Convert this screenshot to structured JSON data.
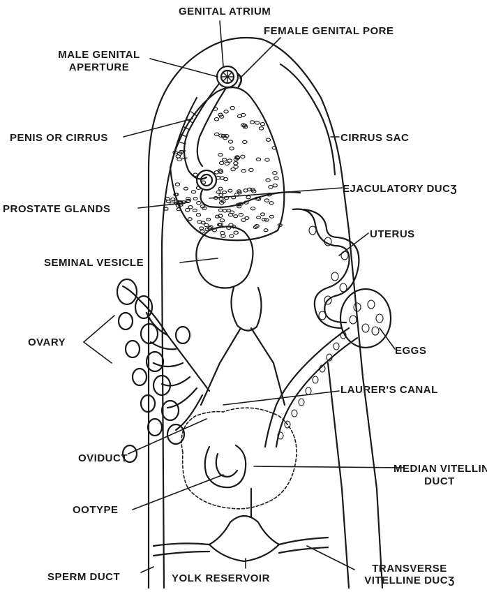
{
  "labels": {
    "genital_atrium": "GENITAL ATRIUM",
    "female_genital_pore": "FEMALE GENITAL PORE",
    "male_genital_aperture_1": "MALE GENITAL",
    "male_genital_aperture_2": "APERTURE",
    "penis_or_cirrus": "PENIS OR CIRRUS",
    "cirrus_sac": "CIRRUS SAC",
    "ejaculatory_duct": "EJACULATORY DUCƷ",
    "prostate_glands": "PROSTATE GLANDS",
    "uterus": "UTERUS",
    "seminal_vesicle": "SEMINAL VESICLE",
    "ovary": "OVARY",
    "eggs": "EGGS",
    "laurers_canal": "LAURER'S CANAL",
    "oviduct": "OVIDUCT",
    "median_vitelline_duct_1": "MEDIAN VITELLINE",
    "median_vitelline_duct_2": "DUCT",
    "ootype": "OOTYPE",
    "sperm_duct": "SPERM DUCT",
    "yolk_reservoir": "YOLK RESERVOIR",
    "transverse_vitelline_duct_1": "TRANSVERSE",
    "transverse_vitelline_duct_2": "VITELLINE DUCƷ"
  }
}
